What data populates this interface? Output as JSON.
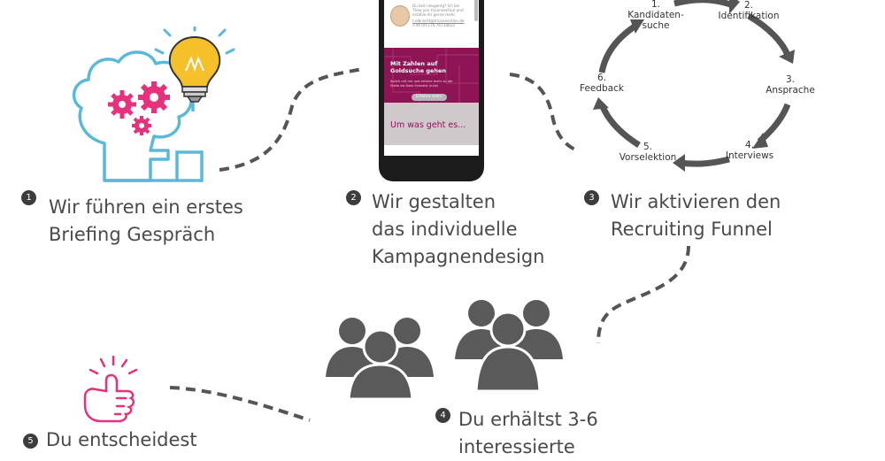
{
  "steps": [
    {
      "number": "1",
      "line1": "Wir führen ein erstes",
      "line2": "Briefing Gespräch"
    },
    {
      "number": "2",
      "line1": "Wir gestalten",
      "line2": "das individuelle",
      "line3": "Kampagnendesign"
    },
    {
      "number": "3",
      "line1": "Wir aktivieren den",
      "line2": "Recruiting Funnel"
    },
    {
      "number": "4",
      "line1": "Du erhältst 3-6",
      "line2": "interessierte"
    },
    {
      "number": "5",
      "line1": "Du entscheidest"
    }
  ],
  "funnel": [
    {
      "number": "1.",
      "label1": "Kandidaten-",
      "label2": "suche"
    },
    {
      "number": "2.",
      "label1": "Identifikation"
    },
    {
      "number": "3.",
      "label1": "Ansprache"
    },
    {
      "number": "4.",
      "label1": "Interviews"
    },
    {
      "number": "5.",
      "label1": "Vorselektion"
    },
    {
      "number": "6.",
      "label1": "Feedback"
    }
  ],
  "phone": {
    "contact_line1": "Du bist neugierig? Ich bin",
    "contact_line2": "Thea von triconnection und",
    "contact_line3": "erzähle dir gerne mehr.",
    "contact_email": "t.elbracht@triconnection.de",
    "contact_phone": "+49 (0) 176 76734622",
    "banner_title_1": "Mit Zahlen auf",
    "banner_title_2": "Goldsuche gehen",
    "banner_sub_1": "Sprich mit mir und erfahre mehr zu der",
    "banner_sub_2": "Stelle als Data Scientist (m/w)",
    "cta": "Erfahre mehr",
    "section_title": "Um was geht es..."
  },
  "colors": {
    "accent": "#e8317c",
    "magenta": "#8e1456",
    "brain": "#5ab9d8",
    "bulb": "#f6c02a",
    "dark_gray": "#555555"
  }
}
